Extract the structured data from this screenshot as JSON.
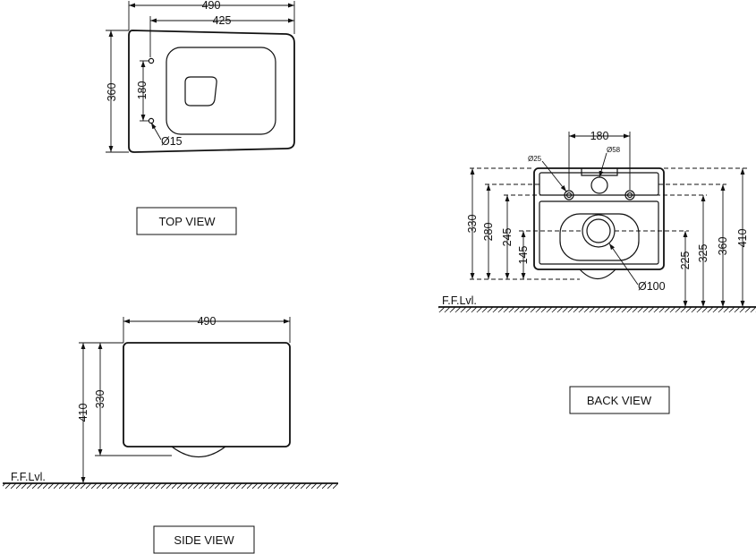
{
  "top_view": {
    "label": "TOP VIEW",
    "dims": {
      "width_overall": "490",
      "width_inner": "425",
      "depth": "360",
      "hole_spacing": "180",
      "hole_dia": "Ø15"
    }
  },
  "side_view": {
    "label": "SIDE VIEW",
    "floor_label": "F.F.Lvl.",
    "dims": {
      "width": "490",
      "height_total": "410",
      "height_body": "330"
    }
  },
  "back_view": {
    "label": "BACK VIEW",
    "floor_label": "F.F.Lvl.",
    "dims": {
      "bolt_spacing": "180",
      "inlet_dia": "Ø58",
      "bolt_dia": "Ø25",
      "outlet_dia": "Ø100",
      "left": [
        "330",
        "280",
        "245",
        "145"
      ],
      "right": [
        "225",
        "325",
        "360",
        "410"
      ]
    }
  }
}
